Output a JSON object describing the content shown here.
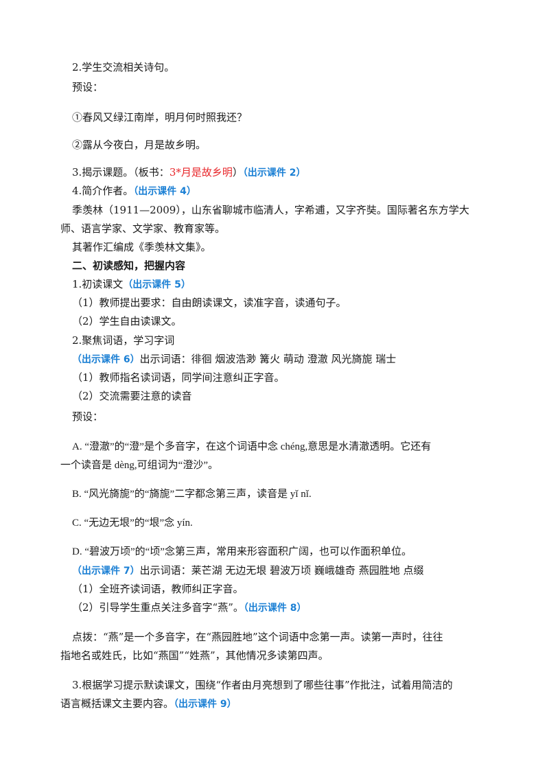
{
  "lines": {
    "l1": "2.学生交流相关诗句。",
    "l2": "预设：",
    "l3": "①春风又绿江南岸，明月何时照我还？",
    "l4": "②露从今夜白，月是故乡明。",
    "l5a": "3.揭示课题。（板书：",
    "l5b": "3*月是故乡明",
    "l5c": "）",
    "l5d": "（出示课件 2）",
    "l6a": "4.简介作者。",
    "l6b": "（出示课件 4）",
    "l7": "季羡林（1911—2009），山东省聊城市临清人，字希逋，又字齐奘。国际著名东方学大",
    "l8": "师、语言学家、文学家、教育家等。",
    "l9": "其著作汇编成《季羡林文集》。",
    "l10": "二、初读感知，把握内容",
    "l11a": "1.初读课文",
    "l11b": "（出示课件 5）",
    "l12": "（1）教师提出要求：自由朗读课文，读准字音，读通句子。",
    "l13": "（2）学生自由读课文。",
    "l14": "2.聚焦词语，学习字词",
    "l15a": "（出示课件 6）",
    "l15b": "出示词语：徘徊  烟波浩渺  篝火  萌动  澄澈  风光旖旎  瑞士",
    "l16": "（1）教师指名读词语，同学间注意纠正字音。",
    "l17": "（2）交流需要注意的读音",
    "l18": "预设：",
    "l19": "A.  “澄澈”的“澄”是个多音字，在这个词语中念 chéng,意思是水清澈透明。它还有",
    "l20": "一个读音是 dèng,可组词为“澄沙”。",
    "l21": "B.  “风光旖旎”的“旖旎”二字都念第三声，读音是 yǐ nǐ.",
    "l22": "C.  “无边无垠”的“垠”念 yín.",
    "l23": "D.  “碧波万顷”的“顷”念第三声，常用来形容面积广阔，也可以作面积单位。",
    "l24a": "（出示课件 7）",
    "l24b": "出示词语：莱芒湖  无边无垠  碧波万顷  巍峨雄奇  燕园胜地  点缀",
    "l25": "（1）全班齐读词语，教师纠正字音。",
    "l26a": "（2）引导学生重点关注多音字“燕”。",
    "l26b": "（出示课件 8）",
    "l27": "点拨：“燕”是一个多音字，在“燕园胜地”这个词语中念第一声。读第一声时，往往",
    "l28": "指地名或姓氏，比如“燕国”“姓燕”，其他情况多读第四声。",
    "l29": "3.根据学习提示默读课文，围绕“作者由月亮想到了哪些往事”作批注，试着用简洁的",
    "l30a": "语言概括课文主要内容。",
    "l30b": "（出示课件 9）"
  },
  "colors": {
    "red": "#e8262a",
    "blue": "#1a7fd4"
  }
}
